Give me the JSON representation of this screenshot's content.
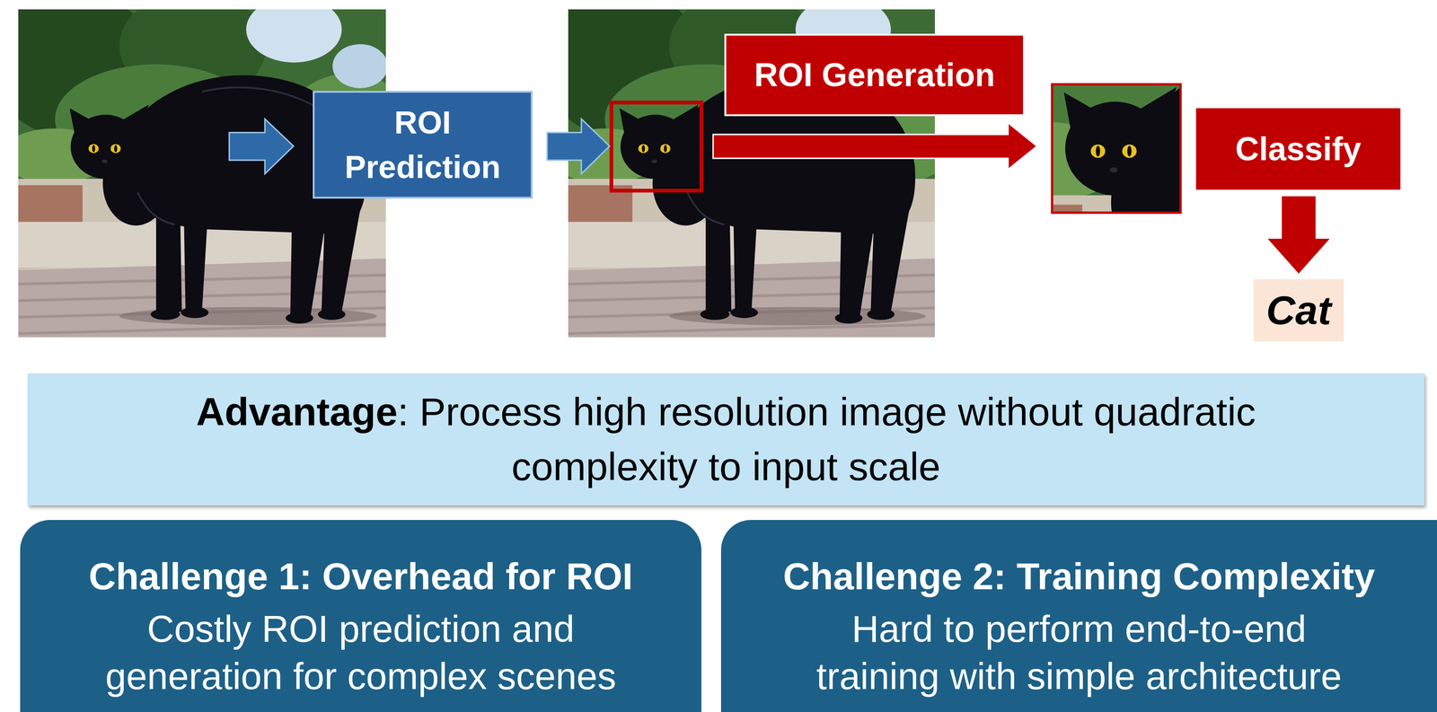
{
  "diagram": {
    "nodes": [
      {
        "text": [
          "ROI Prediction"
        ]
      },
      {
        "text": [
          "ROI Generation"
        ]
      },
      {
        "text": [
          "Classify"
        ]
      },
      {
        "text": [
          "Cat"
        ]
      },
      {
        "text": [
          "Advantage",
          ": Process high resolution image without quadratic complexity to input scale"
        ]
      },
      {
        "text": [
          "Challenge 1: Overhead for ROI",
          "Costly ROI prediction and generation for complex scenes"
        ]
      },
      {
        "text": [
          "Challenge 2: Training Complexity",
          "Hard to perform end-to-end training with simple architecture"
        ]
      }
    ],
    "edges": [
      {
        "from": 2,
        "to": 3,
        "arrow": "to"
      }
    ]
  }
}
